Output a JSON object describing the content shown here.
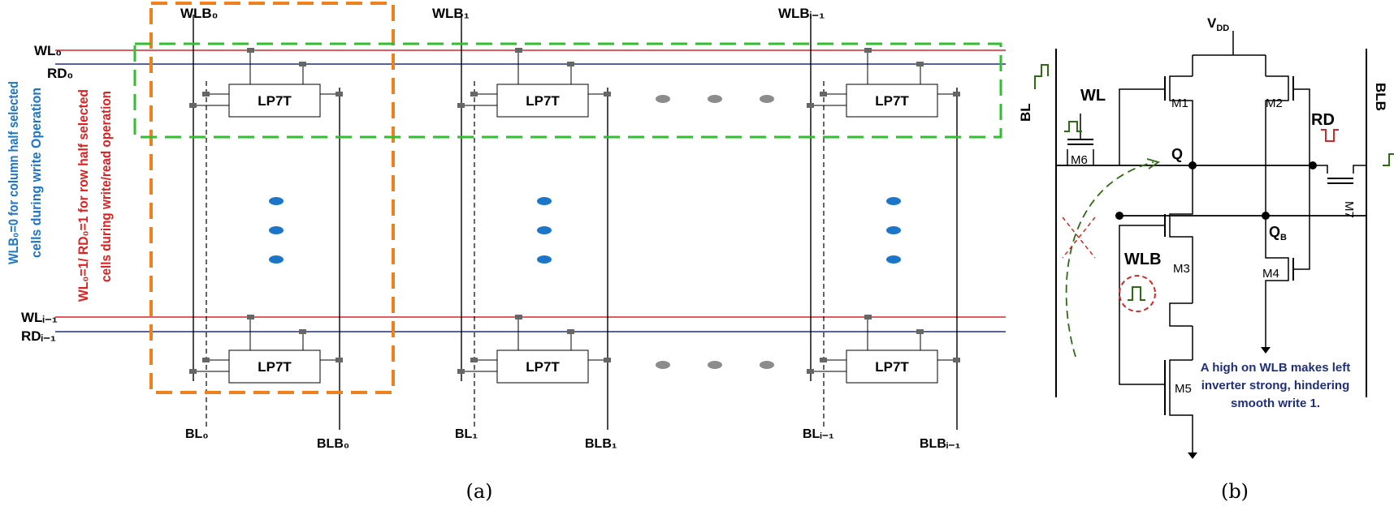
{
  "panel_a": {
    "caption": "(a)",
    "column_labels": [
      "WLB₀",
      "WLB₁",
      "WLBᵢ₋₁"
    ],
    "row_labels": {
      "wl0": "WL₀",
      "rd0": "RD₀",
      "wli": "WLᵢ₋₁",
      "rdi": "RDᵢ₋₁"
    },
    "bottom_labels": [
      "BL₀",
      "BLB₀",
      "BL₁",
      "BLB₁",
      "BLᵢ₋₁",
      "BLBᵢ₋₁"
    ],
    "cell_label": "LP7T",
    "side_note_blue_1": "WLB₀=0 for column half selected",
    "side_note_blue_2": "cells during write Operation",
    "side_note_red_1": "WL₀=1/ RD₀=1 for row half selected",
    "side_note_red_2": "cells during write/read operation",
    "colors": {
      "wl_line": "#d62728",
      "rd_line": "#1f2f7a",
      "column_box": "#f07f1e",
      "row_box": "#2fbf2f",
      "blue_dots": "#1b75c8",
      "gray_dots": "#8c8c8c",
      "blue_note": "#1b75c8",
      "red_note": "#e02020"
    }
  },
  "panel_b": {
    "caption": "(b)",
    "vdd": "V",
    "vdd_sub": "DD",
    "bl": "BL",
    "blb": "BLB",
    "wl": "WL",
    "rd": "RD",
    "wlb": "WLB",
    "q": "Q",
    "qb": "Q",
    "qb_sub": "B",
    "transistors": [
      "M1",
      "M2",
      "M3",
      "M4",
      "M5",
      "M6",
      "M7"
    ],
    "note_lines": [
      "A high on WLB makes left",
      "inverter strong, hindering",
      "smooth write 1."
    ],
    "colors": {
      "q_label": "#2e6b12",
      "qb_label": "#a0521c",
      "pulse_green": "#2e6b12",
      "pulse_red": "#d62728",
      "note": "#1f2f7a"
    }
  }
}
